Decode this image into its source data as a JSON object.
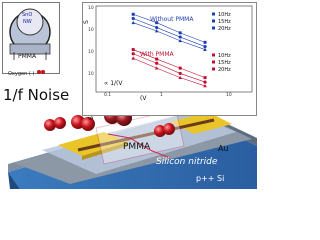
{
  "inset": {
    "nw_label_top": "SnO",
    "nw_label_bottom": "NW",
    "shell_label": "PMMA",
    "oxygen_label": "Oxygen (     )"
  },
  "plot": {
    "ylabel": "S",
    "xlabel": "(V",
    "without_label": "Without PMMA",
    "with_label": "With PMMA",
    "slope_label": "∝ 1/(V",
    "legend": [
      "10Hz",
      "15Hz",
      "20Hz"
    ],
    "y_ticks": [
      "10",
      "10",
      "10",
      "10"
    ],
    "x_ticks": [
      "0.1",
      "1",
      "10"
    ],
    "colors": {
      "blue": "#1f3fb0",
      "red": "#c01030"
    }
  },
  "device": {
    "title": "1/f  Noise",
    "pmma_label": "PMMA",
    "au_label": "Au",
    "substrate_label": "Silicon nitride",
    "base_label": "p++ Si",
    "sv_label": "S"
  },
  "chart_data": {
    "type": "scatter",
    "title": "",
    "xlabel": "(V",
    "ylabel": "S",
    "log_x": true,
    "log_y": true,
    "legend": "top-right",
    "series": [
      {
        "name": "10Hz",
        "x": [
          0.3,
          0.6,
          1.2,
          2.5
        ],
        "y": [
          9e-05,
          4e-05,
          1.5e-05,
          6e-06
        ]
      },
      {
        "name": "15Hz",
        "x": [
          0.3,
          0.6,
          1.2,
          2.5
        ],
        "y": [
          6e-05,
          2.5e-05,
          1e-05,
          4e-06
        ]
      },
      {
        "name": "20Hz",
        "x": [
          0.3,
          0.6,
          1.2,
          2.5
        ],
        "y": [
          4e-05,
          1.8e-05,
          7e-06,
          3e-06
        ]
      },
      {
        "name": "10Hz",
        "x": [
          0.3,
          0.6,
          1.2,
          2.5
        ],
        "y": [
          3e-06,
          1.2e-06,
          5e-07,
          2e-07
        ]
      },
      {
        "name": "15Hz",
        "x": [
          0.3,
          0.6,
          1.2,
          2.5
        ],
        "y": [
          2e-06,
          8e-07,
          3e-07,
          1.3e-07
        ]
      },
      {
        "name": "20Hz",
        "x": [
          0.3,
          0.6,
          1.2,
          2.5
        ],
        "y": [
          1.3e-06,
          5e-07,
          2e-07,
          9e-08
        ]
      }
    ]
  }
}
